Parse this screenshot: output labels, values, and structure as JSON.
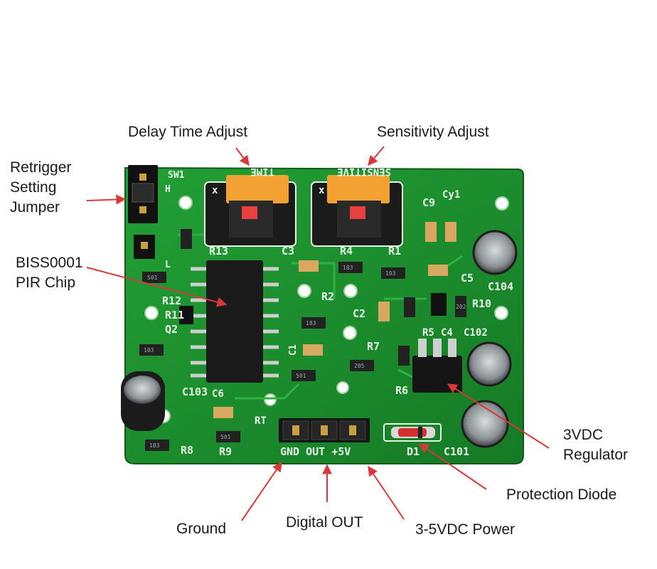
{
  "labels": {
    "delay": "Delay Time Adjust",
    "sensitivity": "Sensitivity Adjust",
    "retrigger": [
      "Retrigger",
      "Setting",
      "Jumper"
    ],
    "biss": [
      "BISS0001",
      "PIR Chip"
    ],
    "regulator": [
      "3VDC",
      "Regulator"
    ],
    "diode": "Protection Diode",
    "ground": "Ground",
    "digital_out": "Digital OUT",
    "power": "3-5VDC Power"
  },
  "silkscreen": {
    "sw1": "SW1",
    "h": "H",
    "l": "L",
    "time": "TIME",
    "sensitive": "SENSITIVE",
    "r13": "R13",
    "c3": "C3",
    "r4": "R4",
    "r1": "R1",
    "c9": "C9",
    "cy1": "Cy1",
    "c5": "C5",
    "c104": "C104",
    "r12": "R12",
    "r11": "R11",
    "q2": "Q2",
    "r2": "R2",
    "c2": "C2",
    "r10": "R10",
    "r5": "R5",
    "c4": "C4",
    "c102": "C102",
    "r7": "R7",
    "r6": "R6",
    "c103": "C103",
    "c6": "C6",
    "rt": "RT",
    "r8": "R8",
    "r9": "R9",
    "d1": "D1",
    "c101": "C101",
    "pins": "GND OUT +5V",
    "c1": "C1",
    "x1": "x",
    "x2": "x"
  },
  "resistor_codes": {
    "r501a": "501",
    "r103a": "103",
    "r183a": "183",
    "r183b": "183",
    "r103b": "103",
    "r202": "202",
    "r501b": "501",
    "r205": "205",
    "r501c": "501",
    "r183c": "183"
  },
  "colors": {
    "pcb": "#1f8f2f",
    "arrow": "#d9383a",
    "pot": "#f2a233",
    "silkscreen": "#e8f3e8"
  }
}
